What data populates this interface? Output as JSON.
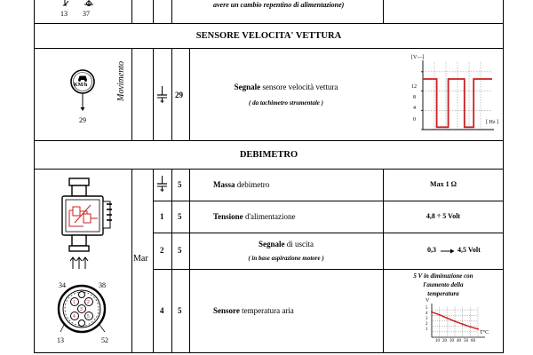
{
  "top_row": {
    "pin_labels": [
      "13",
      "37"
    ],
    "note": "avere un cambio repentino di alimentazione)"
  },
  "speed_sensor": {
    "section_title": "SENSORE VELOCITA' VETTURA",
    "icon_text": "KM/h",
    "pin_label": "29",
    "group_label": "Movimento",
    "pin_number": "29",
    "signal_bold": "Segnale",
    "signal_text": " sensore velocità vettura",
    "signal_note": "( da tachimetro strumentale )",
    "chart_data": {
      "type": "line",
      "x_unit": "[ Hz ]",
      "y_unit": "[V—]",
      "y_ticks": [
        "12",
        "8",
        "4",
        "0"
      ],
      "ylim": [
        0,
        14
      ],
      "series": [
        {
          "values": [
            [
              0,
              10.5
            ],
            [
              1.2,
              10.5
            ],
            [
              1.2,
              0.5
            ],
            [
              2.2,
              0.5
            ],
            [
              2.2,
              10.5
            ],
            [
              3.6,
              10.5
            ],
            [
              3.6,
              0.5
            ],
            [
              4.4,
              0.5
            ],
            [
              4.4,
              10.5
            ],
            [
              6,
              10.5
            ]
          ]
        }
      ],
      "line_color": "#cc1f1f"
    }
  },
  "debimetro": {
    "section_title": "DEBIMETRO",
    "group_label": "Mar",
    "connector_pins": [
      "34",
      "38",
      "13",
      "52"
    ],
    "rows": [
      {
        "pin_a": "",
        "pin_b": "5",
        "bold": "Massa",
        "text": " debimetro",
        "note": "",
        "value": "Max  1 Ω"
      },
      {
        "pin_a": "1",
        "pin_b": "5",
        "bold": "Tensione",
        "text": "  d'alimentazione",
        "note": "",
        "value": "4,8  ÷  5  Volt"
      },
      {
        "pin_a": "2",
        "pin_b": "5",
        "bold": "Segnale",
        "text": " di uscita",
        "note": "( in base aspirazione motore )",
        "value_left": "0,3",
        "value_right": "4,5  Volt"
      },
      {
        "pin_a": "4",
        "pin_b": "5",
        "bold": "Sensore",
        "text": " temperatura aria",
        "note": ""
      }
    ],
    "temp_note": [
      "5 V in diminuzione con",
      "l'aumento della",
      "temperatura"
    ],
    "temp_chart": {
      "type": "line",
      "y_unit": "V",
      "x_unit": "T°C",
      "x_ticks": [
        "10",
        "20",
        "30",
        "40",
        "50",
        "60"
      ],
      "y_ticks": [
        "5",
        "4",
        "3",
        "2",
        "1"
      ],
      "series": [
        {
          "values": [
            [
              0,
              4.6
            ],
            [
              10,
              4.1
            ],
            [
              20,
              3.5
            ],
            [
              30,
              2.9
            ],
            [
              40,
              2.4
            ],
            [
              50,
              1.9
            ],
            [
              60,
              1.5
            ]
          ]
        }
      ],
      "line_color": "#cc1f1f"
    }
  }
}
